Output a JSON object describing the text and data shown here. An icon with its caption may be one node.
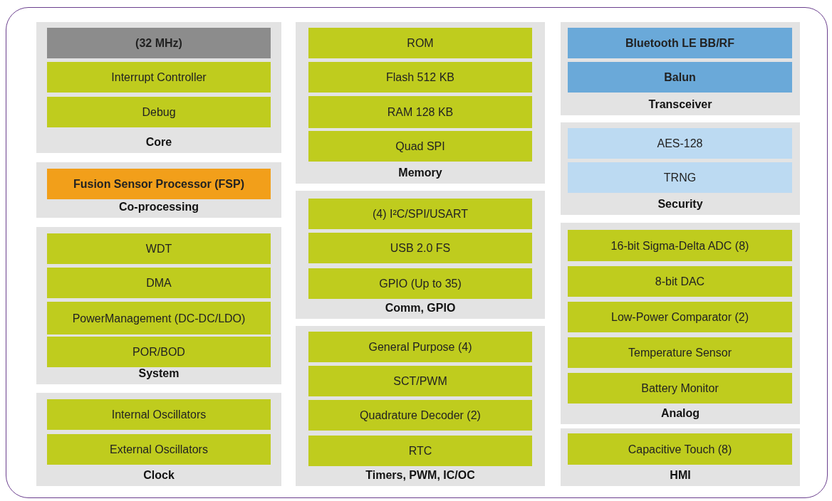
{
  "diagram": {
    "nodes": [
      {
        "text": [
          "Core"
        ]
      },
      {
        "text": [
          "(32 MHz)"
        ],
        "in": 0
      },
      {
        "text": [
          "Interrupt Controller"
        ],
        "in": 0
      },
      {
        "text": [
          "Debug"
        ],
        "in": 0
      },
      {
        "text": [
          "Co-processing"
        ]
      },
      {
        "text": [
          "Fusion Sensor Processor (FSP)"
        ],
        "in": 4
      },
      {
        "text": [
          "System"
        ]
      },
      {
        "text": [
          "WDT"
        ],
        "in": 6
      },
      {
        "text": [
          "DMA"
        ],
        "in": 6
      },
      {
        "text": [
          "PowerManagement (DC-DC/LDO)"
        ],
        "in": 6
      },
      {
        "text": [
          "POR/BOD"
        ],
        "in": 6
      },
      {
        "text": [
          "Clock"
        ]
      },
      {
        "text": [
          "Internal Oscillators"
        ],
        "in": 11
      },
      {
        "text": [
          "External Oscillators"
        ],
        "in": 11
      },
      {
        "text": [
          "Memory"
        ]
      },
      {
        "text": [
          "ROM"
        ],
        "in": 14
      },
      {
        "text": [
          "Flash 512 KB"
        ],
        "in": 14
      },
      {
        "text": [
          "RAM 128 KB"
        ],
        "in": 14
      },
      {
        "text": [
          "Quad SPI"
        ],
        "in": 14
      },
      {
        "text": [
          "Comm, GPIO"
        ]
      },
      {
        "text": [
          "(4) I²C/SPI/USART"
        ],
        "in": 19
      },
      {
        "text": [
          "USB 2.0 FS"
        ],
        "in": 19
      },
      {
        "text": [
          "GPIO (Up to 35)"
        ],
        "in": 19
      },
      {
        "text": [
          "Timers, PWM, IC/OC"
        ]
      },
      {
        "text": [
          "General Purpose (4)"
        ],
        "in": 23
      },
      {
        "text": [
          "SCT/PWM"
        ],
        "in": 23
      },
      {
        "text": [
          "Quadrature Decoder (2)"
        ],
        "in": 23
      },
      {
        "text": [
          "RTC"
        ],
        "in": 23
      },
      {
        "text": [
          "Transceiver"
        ]
      },
      {
        "text": [
          "Bluetooth LE BB/RF"
        ],
        "in": 28
      },
      {
        "text": [
          "Balun"
        ],
        "in": 28
      },
      {
        "text": [
          "Security"
        ]
      },
      {
        "text": [
          "AES-128"
        ],
        "in": 31
      },
      {
        "text": [
          "TRNG"
        ],
        "in": 31
      },
      {
        "text": [
          "Analog"
        ]
      },
      {
        "text": [
          "16-bit Sigma-Delta ADC (8)"
        ],
        "in": 34
      },
      {
        "text": [
          "8-bit DAC"
        ],
        "in": 34
      },
      {
        "text": [
          "Low-Power Comparator (2)"
        ],
        "in": 34
      },
      {
        "text": [
          "Temperature Sensor"
        ],
        "in": 34
      },
      {
        "text": [
          "Battery Monitor"
        ],
        "in": 34
      },
      {
        "text": [
          "HMI"
        ]
      },
      {
        "text": [
          "Capacitive Touch (8)"
        ],
        "in": 40
      }
    ]
  }
}
